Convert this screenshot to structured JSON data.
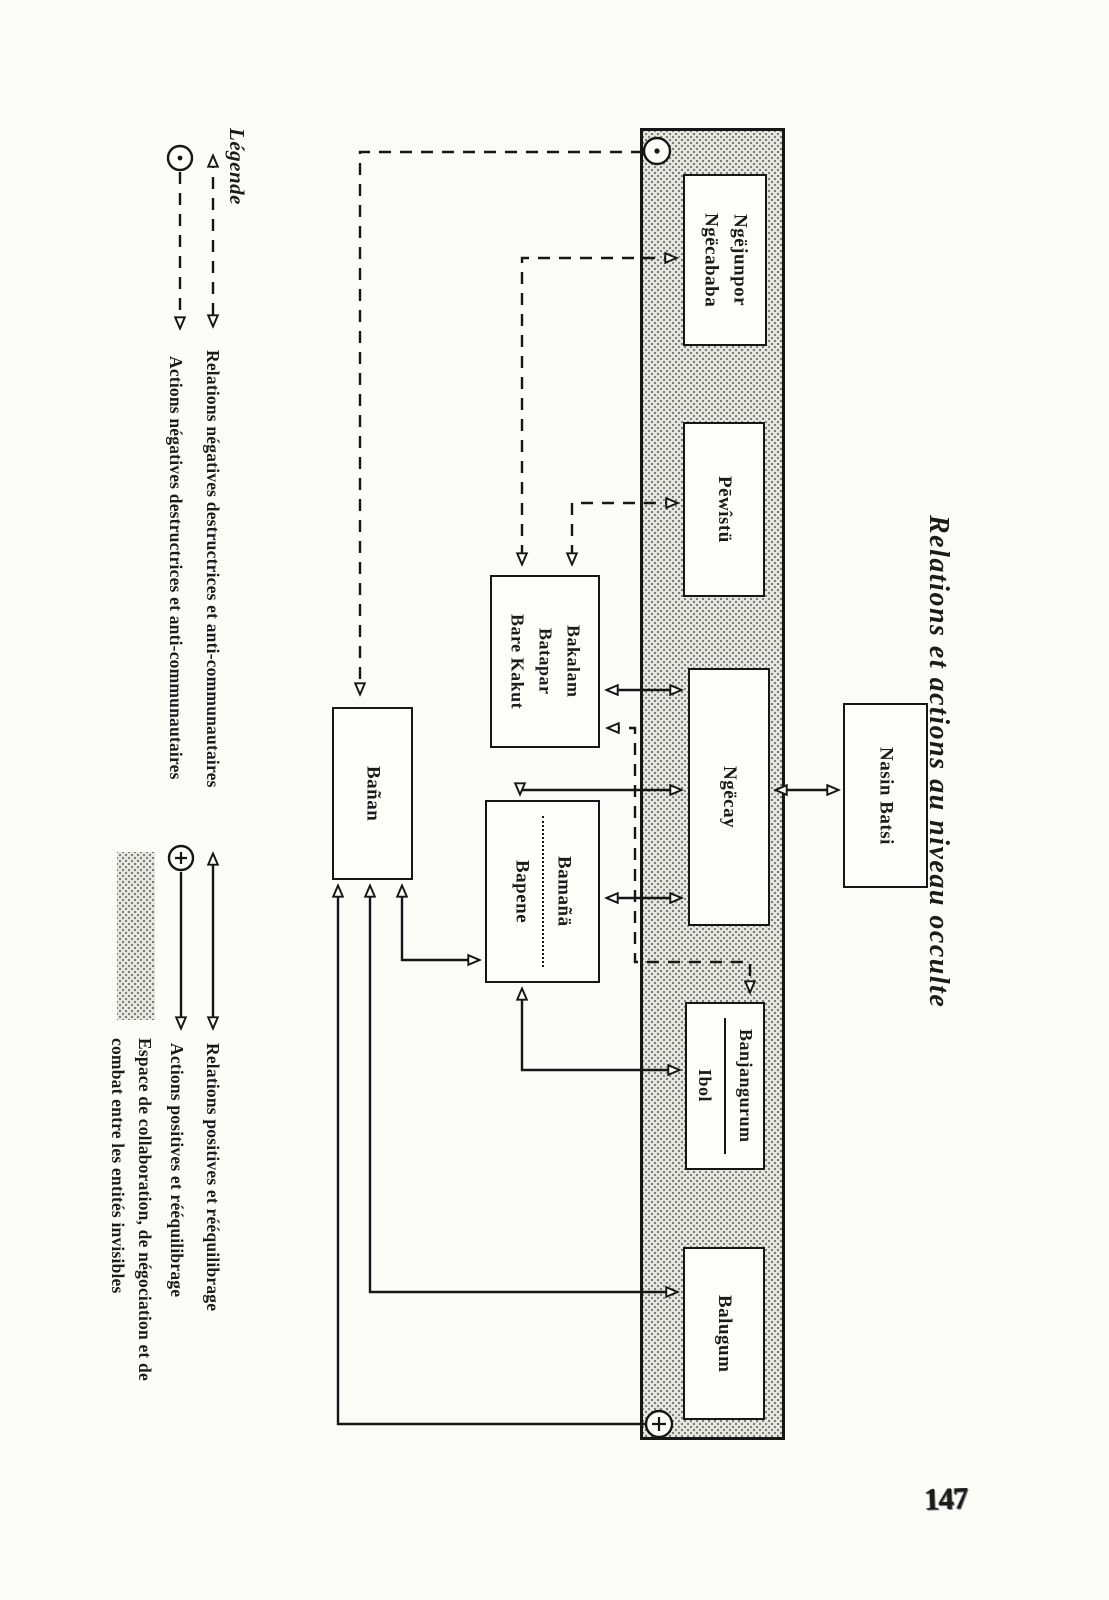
{
  "page": {
    "title": "Relations et actions au niveau occulte",
    "page_number": "147"
  },
  "legend": {
    "heading": "Légende",
    "items": [
      {
        "symbol": "dashed-double-arrow",
        "label": "Relations négatives destructrices et anti-communautaires"
      },
      {
        "symbol": "circle-dot-dashed-arrow",
        "label": "Actions négatives destructrices et anti-communautaires"
      },
      {
        "symbol": "solid-double-arrow",
        "label": "Relations positives et rééquilibrage"
      },
      {
        "symbol": "circle-plus-solid-arrow",
        "label": "Actions positives et rééquilibrage"
      },
      {
        "symbol": "shaded-area",
        "label_line1": "Espace de collaboration, de négociation et de",
        "label_line2": "combat entre les entités invisibles"
      }
    ]
  },
  "diagram": {
    "band_role": "espace de collaboration (zone tramée)",
    "boxes": [
      {
        "id": "ngejunpor",
        "lines": [
          "Ngëjunpor",
          "Ngëcababa"
        ]
      },
      {
        "id": "pewistu",
        "lines": [
          "Pēwîstü"
        ]
      },
      {
        "id": "bakalam",
        "lines": [
          "Bakalam",
          "Batapar",
          "Bare Kakut"
        ]
      },
      {
        "id": "banan",
        "lines": [
          "Bañan"
        ]
      },
      {
        "id": "ngecay",
        "lines": [
          "Ngëcay"
        ]
      },
      {
        "id": "nasin-batsi",
        "lines": [
          "Nasin Batsi"
        ]
      },
      {
        "id": "bamana",
        "lines": [
          "Bamañä",
          "Bapene"
        ],
        "divider": "dotted"
      },
      {
        "id": "banjangurum",
        "lines": [
          "Banjangurum",
          "Ibol"
        ],
        "divider": "solid"
      },
      {
        "id": "balugum",
        "lines": [
          "Balugum"
        ]
      }
    ]
  },
  "colors": {
    "ink": "#161616",
    "paper": "#fbfbf8",
    "halftone_dot": "#7f7f7a",
    "halftone_bg": "#eaeae4"
  }
}
